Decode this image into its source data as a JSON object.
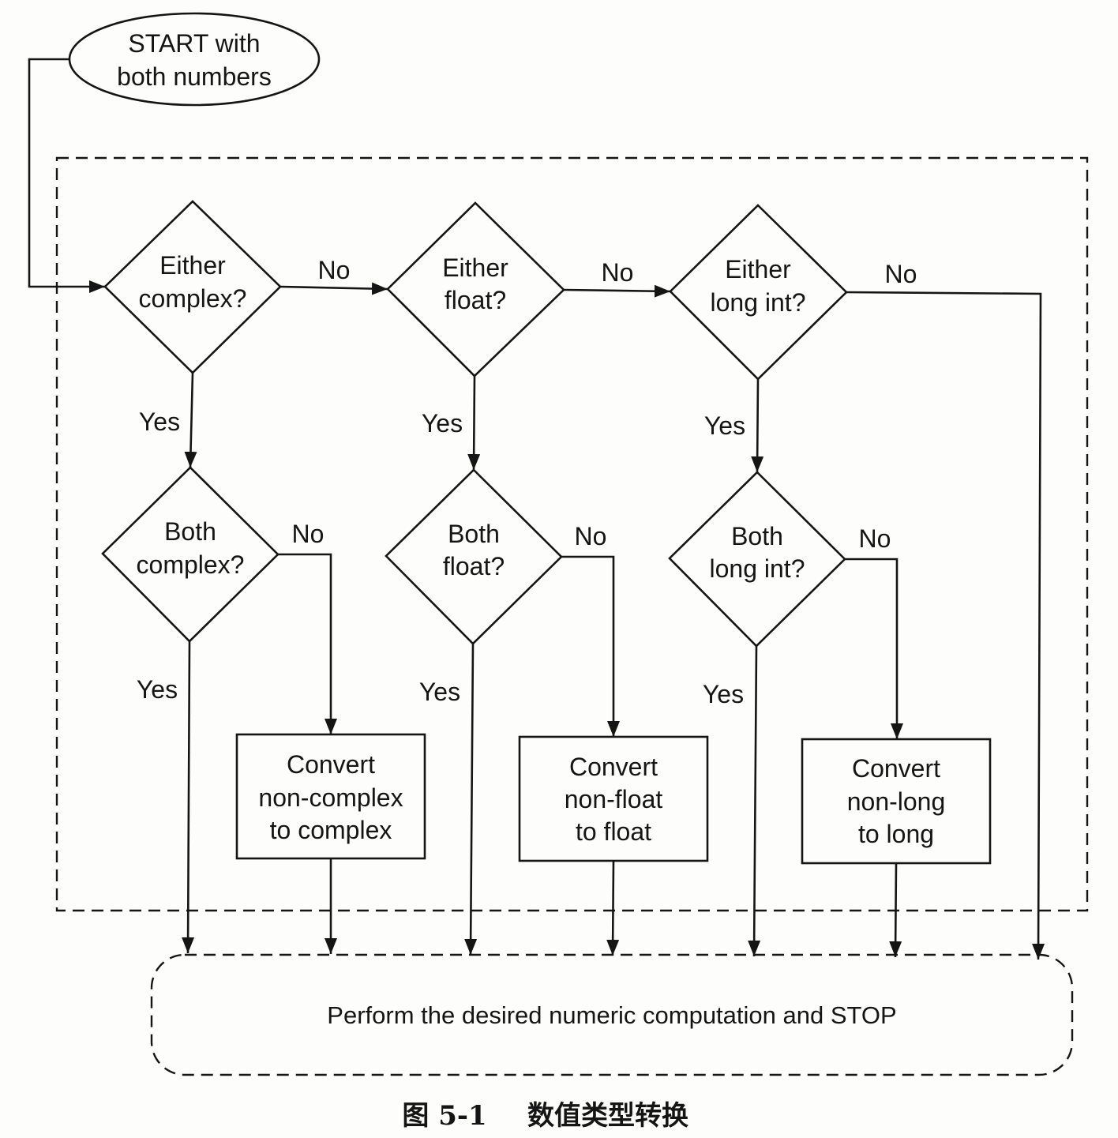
{
  "colors": {
    "ink": "#151515",
    "background": "#fdfdfb"
  },
  "start": {
    "lines": [
      "START with",
      "both numbers"
    ]
  },
  "either": [
    {
      "lines": [
        "Either",
        "complex?"
      ],
      "yes": "Yes",
      "no": "No"
    },
    {
      "lines": [
        "Either",
        "float?"
      ],
      "yes": "Yes",
      "no": "No"
    },
    {
      "lines": [
        "Either",
        "long int?"
      ],
      "yes": "Yes",
      "no": "No"
    }
  ],
  "both": [
    {
      "lines": [
        "Both",
        "complex?"
      ],
      "yes": "Yes",
      "no": "No"
    },
    {
      "lines": [
        "Both",
        "float?"
      ],
      "yes": "Yes",
      "no": "No"
    },
    {
      "lines": [
        "Both",
        "long int?"
      ],
      "yes": "Yes",
      "no": "No"
    }
  ],
  "convert": [
    {
      "lines": [
        "Convert",
        "non-complex",
        "to complex"
      ]
    },
    {
      "lines": [
        "Convert",
        "non-float",
        "to float"
      ]
    },
    {
      "lines": [
        "Convert",
        "non-long",
        "to long"
      ]
    }
  ],
  "stop": {
    "text": "Perform the desired numeric computation and STOP"
  },
  "caption": {
    "number": "图 5-1",
    "title": "数值类型转换"
  }
}
